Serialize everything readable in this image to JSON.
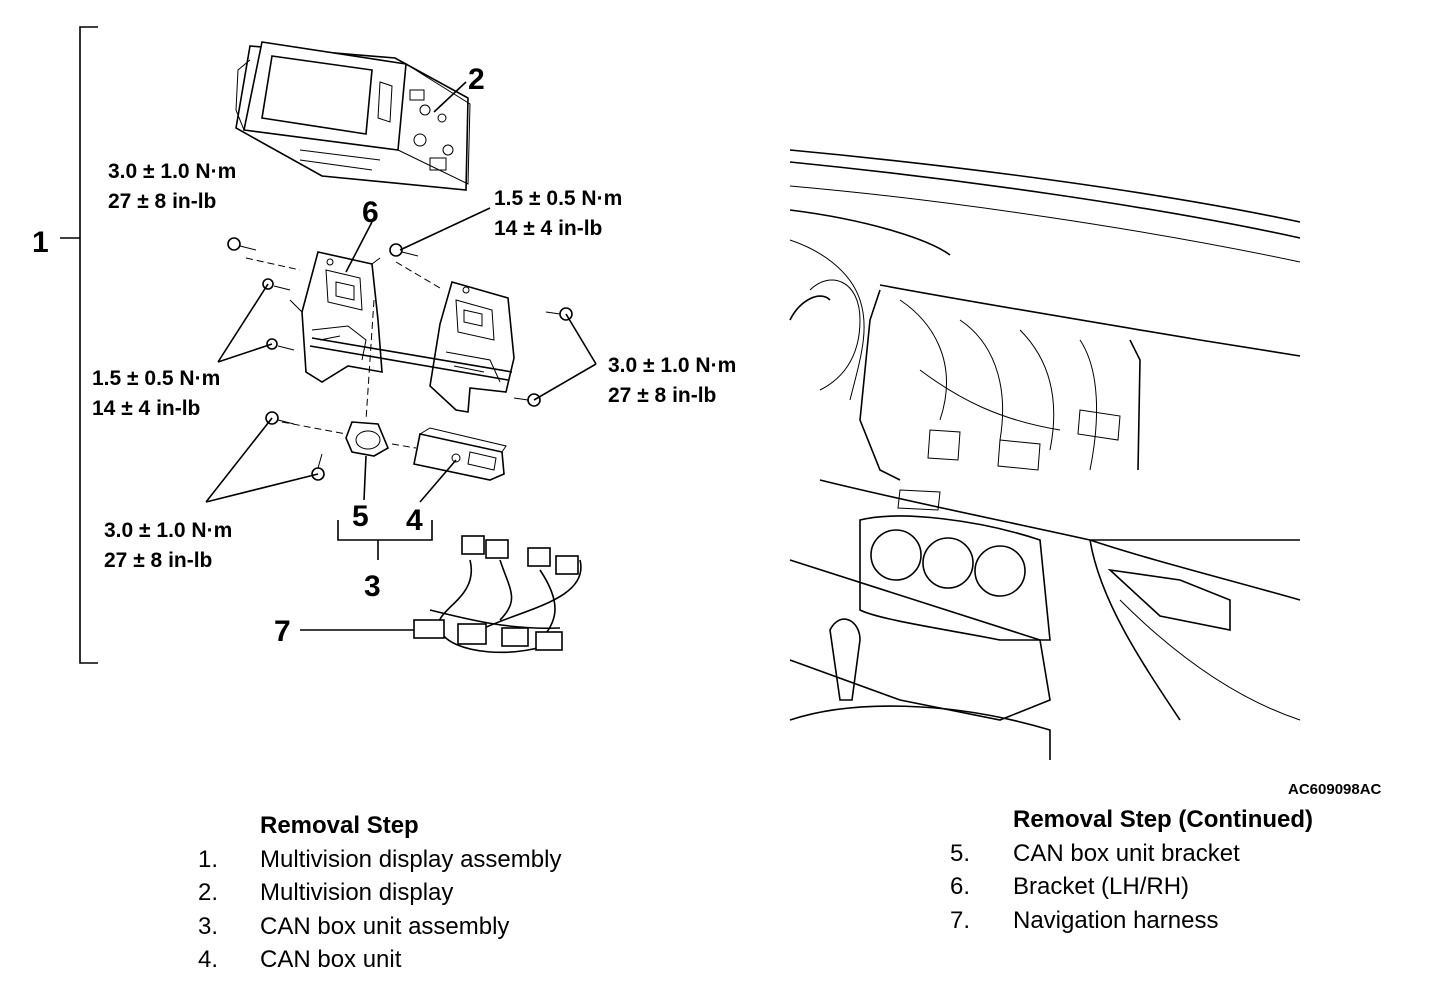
{
  "figure": {
    "code": "AC609098AC",
    "callouts": {
      "c1": "1",
      "c2": "2",
      "c3": "3",
      "c4": "4",
      "c5": "5",
      "c6": "6",
      "c7": "7"
    },
    "torque": {
      "top_left": {
        "metric": "3.0 ± 1.0 N·m",
        "imperial": "27 ± 8 in-lb"
      },
      "top_right": {
        "metric": "1.5 ± 0.5 N·m",
        "imperial": "14 ± 4 in-lb"
      },
      "mid_left": {
        "metric": "1.5 ± 0.5 N·m",
        "imperial": "14 ± 4 in-lb"
      },
      "mid_right": {
        "metric": "3.0 ± 1.0 N·m",
        "imperial": "27 ± 8 in-lb"
      },
      "bottom_left": {
        "metric": "3.0 ± 1.0 N·m",
        "imperial": "27 ± 8 in-lb"
      }
    }
  },
  "removal_steps": {
    "title": "Removal Step",
    "title_continued": "Removal Step (Continued)",
    "left": [
      {
        "num": "1.",
        "label": "Multivision display assembly"
      },
      {
        "num": "2.",
        "label": "Multivision display"
      },
      {
        "num": "3.",
        "label": "CAN box unit assembly"
      },
      {
        "num": "4.",
        "label": "CAN box unit"
      }
    ],
    "right": [
      {
        "num": "5.",
        "label": "CAN box unit bracket"
      },
      {
        "num": "6.",
        "label": "Bracket (LH/RH)"
      },
      {
        "num": "7.",
        "label": "Navigation harness"
      }
    ]
  }
}
